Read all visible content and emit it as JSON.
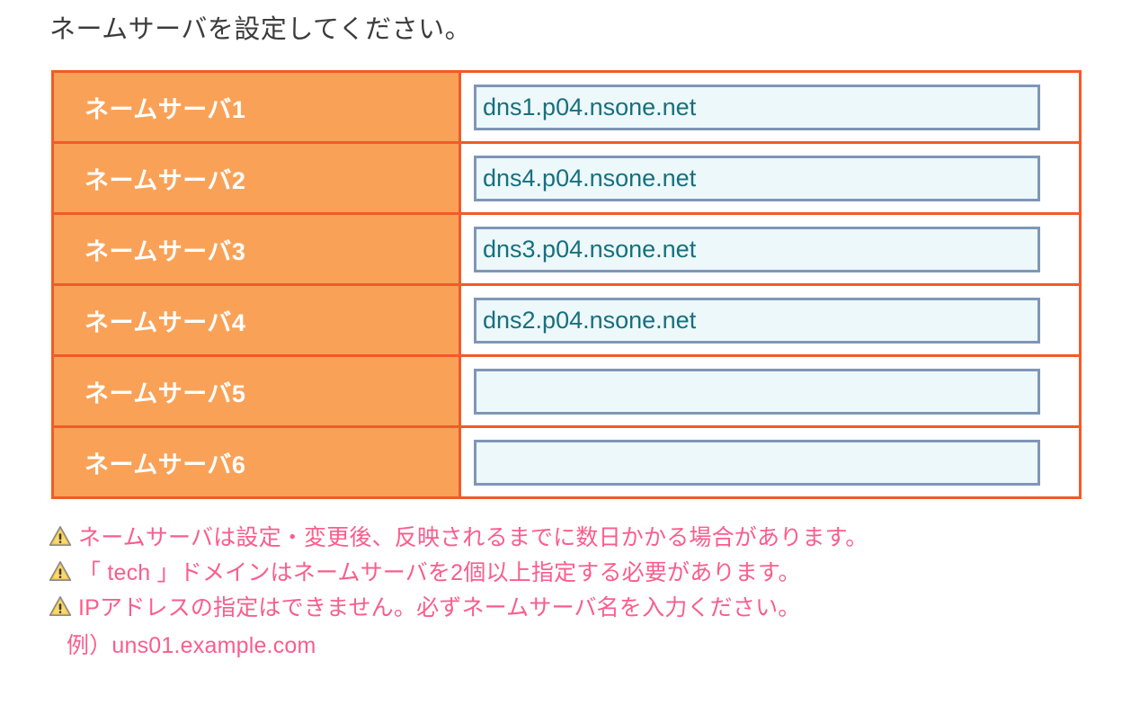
{
  "heading": "ネームサーバを設定してください。",
  "colors": {
    "table_border": "#f15a29",
    "label_cell_bg": "#f9a257",
    "label_text": "#ffffff",
    "input_border": "#7f96b6",
    "input_bg": "#edf8fb",
    "input_text": "#16707e",
    "note_text": "#fa5d8c",
    "heading_text": "#3c3c3c"
  },
  "table": {
    "rows": [
      {
        "label": "ネームサーバ1",
        "value": "dns1.p04.nsone.net",
        "placeholder": ""
      },
      {
        "label": "ネームサーバ2",
        "value": "dns4.p04.nsone.net",
        "placeholder": ""
      },
      {
        "label": "ネームサーバ3",
        "value": "dns3.p04.nsone.net",
        "placeholder": ""
      },
      {
        "label": "ネームサーバ4",
        "value": "dns2.p04.nsone.net",
        "placeholder": ""
      },
      {
        "label": "ネームサーバ5",
        "value": "",
        "placeholder": ""
      },
      {
        "label": "ネームサーバ6",
        "value": "",
        "placeholder": ""
      }
    ]
  },
  "notes": {
    "icon_name": "warning-triangle-icon",
    "lines": [
      "ネームサーバは設定・変更後、反映されるまでに数日かかる場合があります。",
      "「 tech 」ドメインはネームサーバを2個以上指定する必要があります。",
      "IPアドレスの指定はできません。必ずネームサーバ名を入力ください。"
    ],
    "example": "例）uns01.example.com"
  }
}
